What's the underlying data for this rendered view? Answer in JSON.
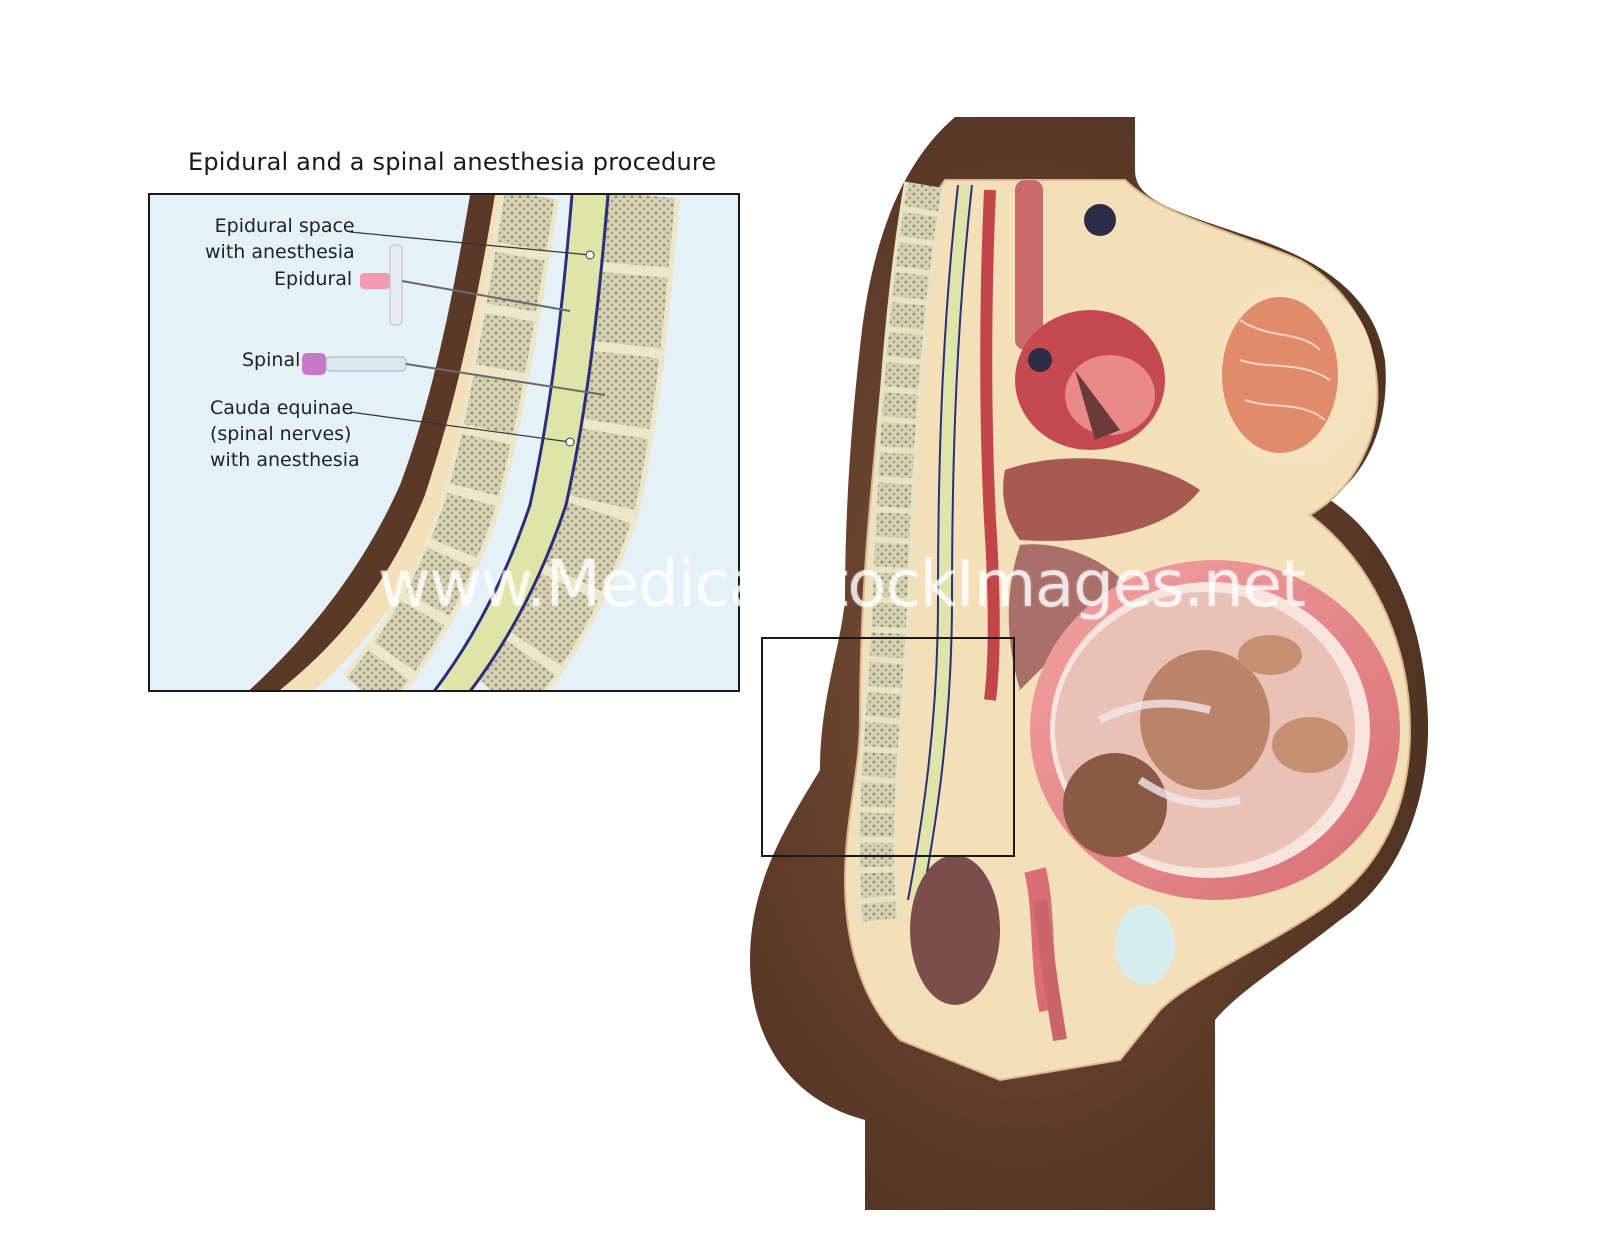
{
  "diagram": {
    "title": "Epidural and a spinal anesthesia procedure",
    "labels": {
      "epidural_space": "Epidural space\nwith anesthesia",
      "epidural": "Epidural",
      "spinal": "Spinal",
      "cauda_equinae": "Cauda equinae\n(spinal nerves)\nwith anesthesia"
    },
    "watermark": "www.MedicalStockImages.net"
  },
  "colors": {
    "skin": "#5a3a26",
    "inset_bg": "#e4f2f8",
    "bone": "#c9c6a4",
    "spinal_cord": "#dfe5a8",
    "dura": "#2b2f7a",
    "fat": "#f4e0b8",
    "uterus": "#e58c8c",
    "needle_epidural": "#f29ab0",
    "needle_spinal": "#c878c8"
  }
}
